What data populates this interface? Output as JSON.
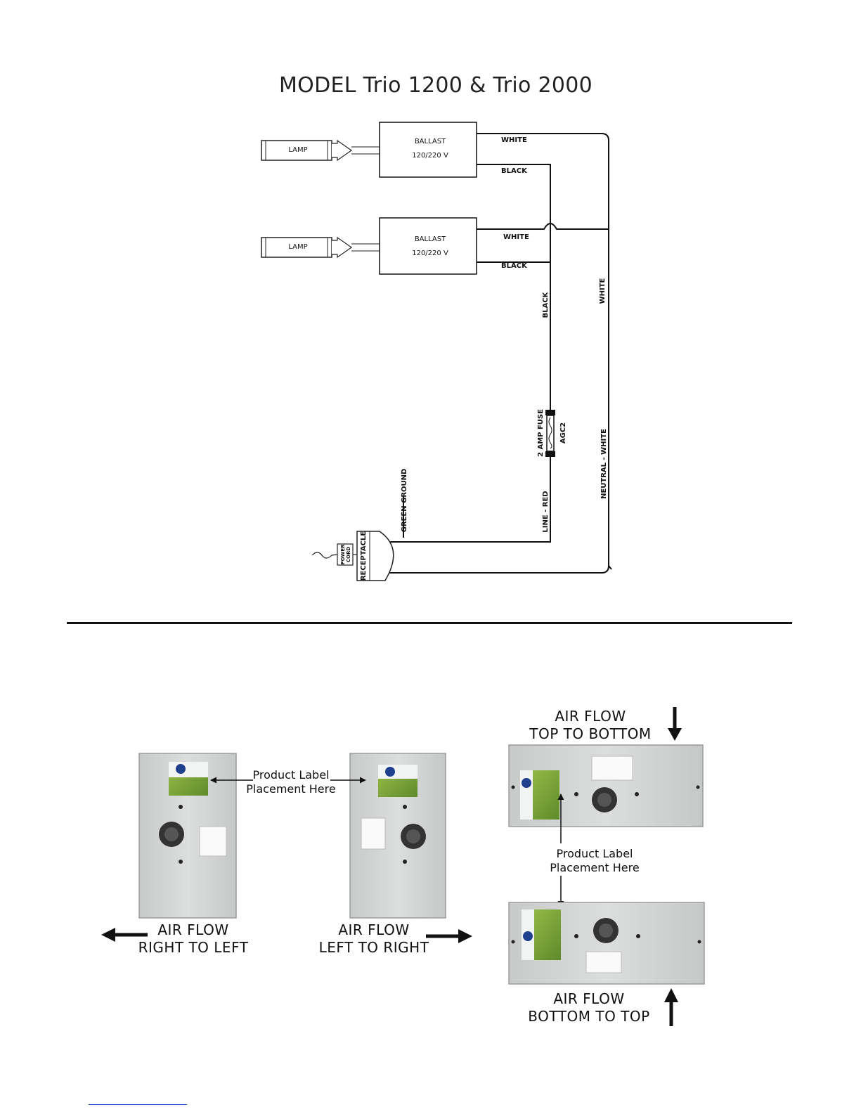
{
  "title": "MODEL Trio 1200 &  Trio 2000",
  "wiring": {
    "lamp_1": "LAMP",
    "lamp_2": "LAMP",
    "ballast_1": {
      "name": "BALLAST",
      "voltage": "120/220 V"
    },
    "ballast_2": {
      "name": "BALLAST",
      "voltage": "120/220 V"
    },
    "white_1": "WHITE",
    "black_1": "BLACK",
    "white_2": "WHITE",
    "black_2": "BLACK",
    "black_vertical": "BLACK",
    "white_vertical": "WHITE",
    "fuse": {
      "rating": "2 AMP FUSE",
      "type": "AGC2"
    },
    "green_ground": "GREEN GROUND",
    "line_red": "LINE - RED",
    "neutral_white": "NEUTRAL - WHITE",
    "power_cord": {
      "line1": "POWER",
      "line2": "CORD"
    },
    "receptacle": "RECEPTACLE"
  },
  "airflow": {
    "right_to_left": {
      "line1": "AIR FLOW",
      "line2": "RIGHT TO LEFT"
    },
    "left_to_right": {
      "line1": "AIR FLOW",
      "line2": "LEFT TO RIGHT"
    },
    "top_to_bottom": {
      "line1": "AIR FLOW",
      "line2": "TOP TO BOTTOM"
    },
    "bottom_to_top": {
      "line1": "AIR FLOW",
      "line2": "BOTTOM TO TOP"
    },
    "product_label_1": {
      "line1": "Product Label",
      "line2": "Placement Here"
    },
    "product_label_2": {
      "line1": "Product Label",
      "line2": "Placement Here"
    }
  },
  "colors": {
    "panel": "#d4d6d6",
    "panel_edge": "#9a9c9c",
    "label_green": "#7fa73a",
    "label_blue": "#1f3f8f",
    "wire": "#111111"
  }
}
